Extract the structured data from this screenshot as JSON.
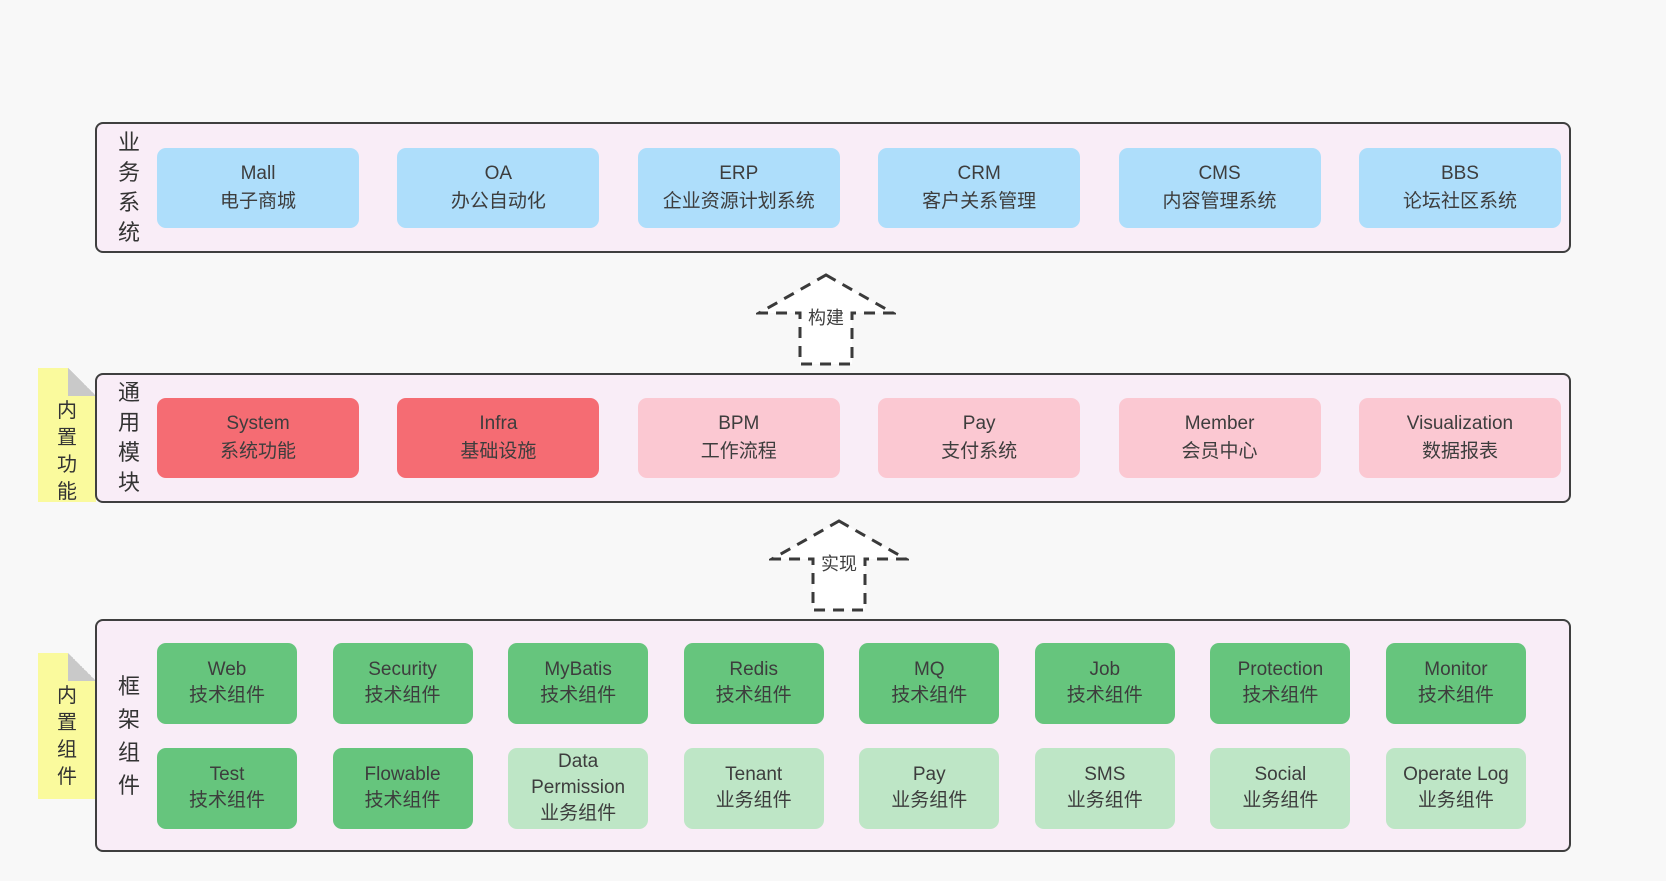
{
  "colors": {
    "bg": "#f8f8f8",
    "band-bg": "#f9edf7",
    "band-border": "#3f3f3f",
    "blue": "#aedefb",
    "red": "#f56c73",
    "pink": "#fbc8d2",
    "green-dark": "#66c57d",
    "green-light": "#bee6c6",
    "note-yellow": "#fafa9d",
    "fold-gray": "#c9c9c9",
    "text": "#3d3d3d",
    "arrow": "#3a3a3a"
  },
  "bands": [
    {
      "label": "业务系统",
      "boxes": [
        {
          "name": "Mall",
          "subtitle": "电子商城",
          "variant": "blue"
        },
        {
          "name": "OA",
          "subtitle": "办公自动化",
          "variant": "blue"
        },
        {
          "name": "ERP",
          "subtitle": "企业资源计划系统",
          "variant": "blue"
        },
        {
          "name": "CRM",
          "subtitle": "客户关系管理",
          "variant": "blue"
        },
        {
          "name": "CMS",
          "subtitle": "内容管理系统",
          "variant": "blue"
        },
        {
          "name": "BBS",
          "subtitle": "论坛社区系统",
          "variant": "blue"
        }
      ]
    },
    {
      "label": "通用模块",
      "note": "内置功能",
      "boxes": [
        {
          "name": "System",
          "subtitle": "系统功能",
          "variant": "red"
        },
        {
          "name": "Infra",
          "subtitle": "基础设施",
          "variant": "red"
        },
        {
          "name": "BPM",
          "subtitle": "工作流程",
          "variant": "pink"
        },
        {
          "name": "Pay",
          "subtitle": "支付系统",
          "variant": "pink"
        },
        {
          "name": "Member",
          "subtitle": "会员中心",
          "variant": "pink"
        },
        {
          "name": "Visualization",
          "subtitle": "数据报表",
          "variant": "pink"
        }
      ]
    },
    {
      "label": "框架组件",
      "note": "内置组件",
      "rows": [
        [
          {
            "name": "Web",
            "subtitle": "技术组件",
            "variant": "green-dark"
          },
          {
            "name": "Security",
            "subtitle": "技术组件",
            "variant": "green-dark"
          },
          {
            "name": "MyBatis",
            "subtitle": "技术组件",
            "variant": "green-dark"
          },
          {
            "name": "Redis",
            "subtitle": "技术组件",
            "variant": "green-dark"
          },
          {
            "name": "MQ",
            "subtitle": "技术组件",
            "variant": "green-dark"
          },
          {
            "name": "Job",
            "subtitle": "技术组件",
            "variant": "green-dark"
          },
          {
            "name": "Protection",
            "subtitle": "技术组件",
            "variant": "green-dark"
          },
          {
            "name": "Monitor",
            "subtitle": "技术组件",
            "variant": "green-dark"
          }
        ],
        [
          {
            "name": "Test",
            "subtitle": "技术组件",
            "variant": "green-dark"
          },
          {
            "name": "Flowable",
            "subtitle": "技术组件",
            "variant": "green-dark"
          },
          {
            "name": "Data Permission",
            "subtitle": "业务组件",
            "variant": "green-light"
          },
          {
            "name": "Tenant",
            "subtitle": "业务组件",
            "variant": "green-light"
          },
          {
            "name": "Pay",
            "subtitle": "业务组件",
            "variant": "green-light"
          },
          {
            "name": "SMS",
            "subtitle": "业务组件",
            "variant": "green-light"
          },
          {
            "name": "Social",
            "subtitle": "业务组件",
            "variant": "green-light"
          },
          {
            "name": "Operate Log",
            "subtitle": "业务组件",
            "variant": "green-light"
          }
        ]
      ]
    }
  ],
  "arrows": [
    {
      "label": "构建"
    },
    {
      "label": "实现"
    }
  ]
}
